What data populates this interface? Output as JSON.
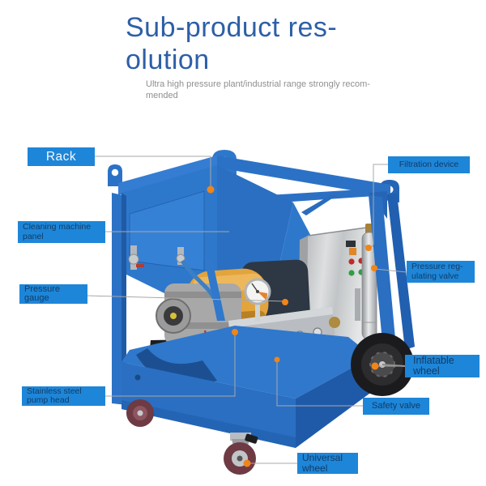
{
  "header": {
    "title_line1": "Sub-product res-",
    "title_line2": "olution",
    "subtitle": "Ultra high pressure plant/industrial range strongly recom-mended"
  },
  "callouts": {
    "rack": {
      "text": "Rack"
    },
    "cleaning_panel": {
      "line1": "Cleaning machine",
      "line2": "panel"
    },
    "pressure_gauge": {
      "line1": "Pressure",
      "line2": "gauge"
    },
    "pump_head": {
      "line1": "Stainless steel",
      "line2": "pump head"
    },
    "filtration": {
      "text": "Filtration device"
    },
    "pressure_valve": {
      "line1": "Pressure reg-",
      "line2": "ulating valve"
    },
    "inflatable_wheel": {
      "line1": "Inflatable",
      "line2": "wheel"
    },
    "safety_valve": {
      "text": "Safety valve"
    },
    "universal_wheel": {
      "line1": "Universal",
      "line2": "wheel"
    }
  },
  "colors": {
    "title_blue": "#2d5fa7",
    "label_background": "#1e86d8",
    "frame_blue": "#2b72c6",
    "marker_orange": "#f08519",
    "motor_yellow": "#e3a43c",
    "connector_gray": "#a8a8a8"
  }
}
